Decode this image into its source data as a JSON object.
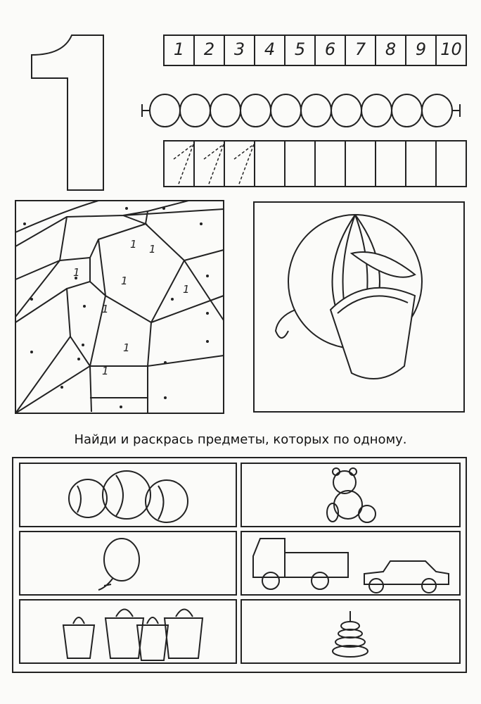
{
  "big_digit": "1",
  "number_row": [
    "1",
    "2",
    "3",
    "4",
    "5",
    "6",
    "7",
    "8",
    "9",
    "10"
  ],
  "bead_count": 10,
  "trace_cells": 10,
  "traced_examples": 3,
  "mosaic_labels": [
    "1",
    "1",
    "1",
    "1",
    "1",
    "1",
    "1",
    "1"
  ],
  "instruction": "Найди и раскрась предметы, которых по одному."
}
